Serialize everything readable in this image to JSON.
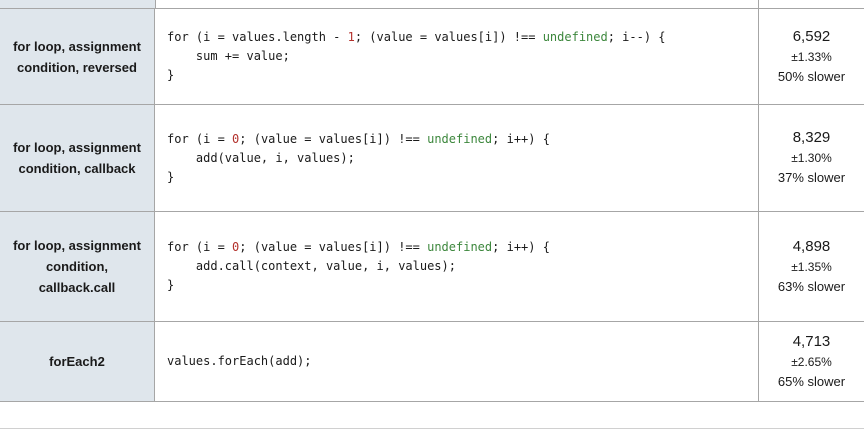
{
  "table": {
    "rows": [
      {
        "label": "for loop, assignment condition, reversed",
        "code": [
          [
            {
              "t": "plain",
              "s": "for (i = values.length - "
            },
            {
              "t": "num",
              "s": "1"
            },
            {
              "t": "plain",
              "s": "; (value = values[i]) !== "
            },
            {
              "t": "undef",
              "s": "undefined"
            },
            {
              "t": "plain",
              "s": "; i--) {"
            }
          ],
          [
            {
              "t": "plain",
              "s": "    sum += value;"
            }
          ],
          [
            {
              "t": "plain",
              "s": "}"
            }
          ]
        ],
        "ops": "6,592",
        "margin": "±1.33%",
        "slower": "50% slower"
      },
      {
        "label": "for loop, assignment condition, callback",
        "code": [
          [
            {
              "t": "plain",
              "s": "for (i = "
            },
            {
              "t": "num",
              "s": "0"
            },
            {
              "t": "plain",
              "s": "; (value = values[i]) !== "
            },
            {
              "t": "undef",
              "s": "undefined"
            },
            {
              "t": "plain",
              "s": "; i++) {"
            }
          ],
          [
            {
              "t": "plain",
              "s": "    add(value, i, values);"
            }
          ],
          [
            {
              "t": "plain",
              "s": "}"
            }
          ]
        ],
        "ops": "8,329",
        "margin": "±1.30%",
        "slower": "37% slower"
      },
      {
        "label": "for loop, assignment condition, callback.call",
        "code": [
          [
            {
              "t": "plain",
              "s": "for (i = "
            },
            {
              "t": "num",
              "s": "0"
            },
            {
              "t": "plain",
              "s": "; (value = values[i]) !== "
            },
            {
              "t": "undef",
              "s": "undefined"
            },
            {
              "t": "plain",
              "s": "; i++) {"
            }
          ],
          [
            {
              "t": "plain",
              "s": "    add.call(context, value, i, values);"
            }
          ],
          [
            {
              "t": "plain",
              "s": "}"
            }
          ]
        ],
        "ops": "4,898",
        "margin": "±1.35%",
        "slower": "63% slower"
      },
      {
        "label": "forEach2",
        "code": [
          [
            {
              "t": "plain",
              "s": "values.forEach(add);"
            }
          ]
        ],
        "ops": "4,713",
        "margin": "±2.65%",
        "slower": "65% slower"
      }
    ]
  },
  "colors": {
    "label_cell_bg": "#dfe6ec",
    "row_border": "#a6a6a6",
    "bottom_rule": "#d0d0d0",
    "code_number": "#b3312c",
    "code_undefined": "#3c873c",
    "text": "#1a1a1a"
  }
}
